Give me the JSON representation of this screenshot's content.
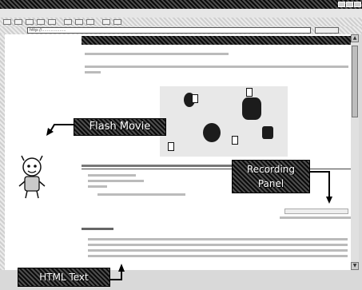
{
  "window": {
    "title": ""
  },
  "menu": {
    "items": [
      "",
      "",
      "",
      "",
      "",
      "",
      "",
      "",
      ""
    ]
  },
  "address": {
    "url": "http://...................",
    "go_label": "",
    "links_label": ""
  },
  "page": {
    "header_title": "",
    "intro_line": "",
    "paragraph_line_1": "",
    "paragraph_line_2": "",
    "section1_title": "",
    "section1_bullets": [
      "",
      "",
      "",
      ""
    ],
    "section2_title": "",
    "section2_bullets": [
      "",
      "",
      "",
      ""
    ],
    "sub_link_1": "",
    "sub_link_2": ""
  },
  "flash": {
    "labels": [
      "",
      "",
      "",
      ""
    ]
  },
  "annotations": {
    "flash_movie": "Flash Movie",
    "recording_panel_line1": "Recording",
    "recording_panel_line2": "Panel",
    "html_text": "HTML Text"
  },
  "colors": {
    "dark_dither_base": "#0b0b0b",
    "light_dither_base": "#cfcfcf",
    "page_bg": "#ffffff"
  },
  "icons": {
    "character": "mascot-icon",
    "arrow": "arrow-icon"
  }
}
